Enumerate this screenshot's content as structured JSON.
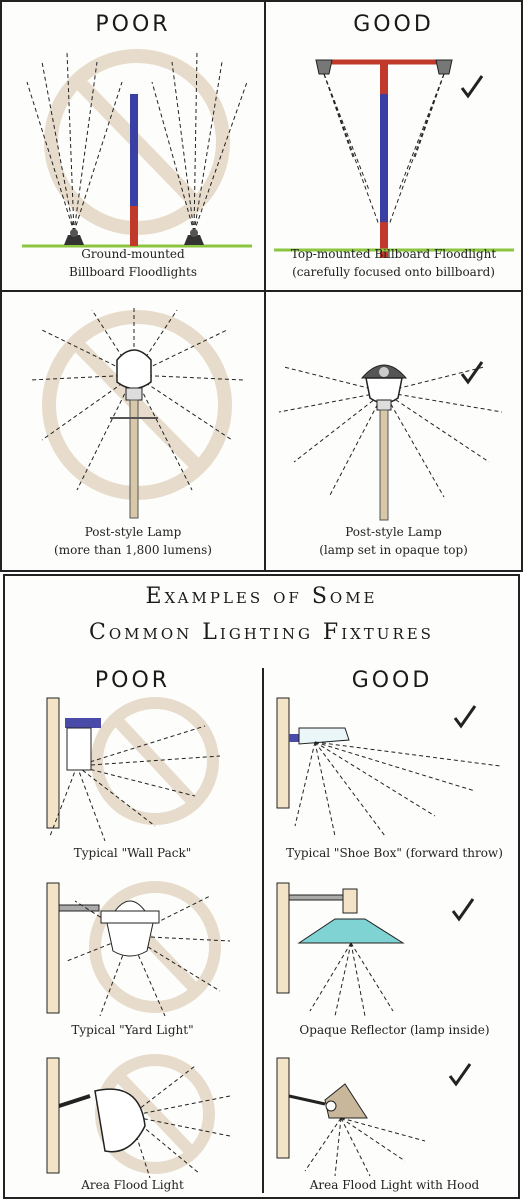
{
  "top_panel": {
    "poor_header": "POOR",
    "good_header": "GOOD",
    "captions": {
      "ground_line1": "Ground-mounted",
      "ground_line2": "Billboard Floodlights",
      "top_line1": "Top-mounted Billboard Floodlight",
      "top_line2": "(carefully focused onto billboard)",
      "post_poor_line1": "Post-style Lamp",
      "post_poor_line2": "(more than 1,800 lumens)",
      "post_good_line1": "Post-style Lamp",
      "post_good_line2": "(lamp set in opaque top)"
    }
  },
  "bottom_panel": {
    "title_line1": "Examples of Some",
    "title_line2": "Common Lighting Fixtures",
    "poor_header": "POOR",
    "good_header": "GOOD",
    "captions": {
      "wall_pack": "Typical \"Wall Pack\"",
      "shoe_box": "Typical \"Shoe Box\" (forward throw)",
      "yard_light": "Typical \"Yard Light\"",
      "opaque_reflector": "Opaque Reflector (lamp inside)",
      "area_flood": "Area Flood Light",
      "area_flood_hood": "Area Flood Light with Hood"
    }
  },
  "colors": {
    "pole_blue": "#3a3fa6",
    "pole_red": "#c0392b",
    "ground_green": "#8cc63f",
    "no_symbol": "#e7dccb",
    "reflector_cyan": "#7fd3d2",
    "hood_tan": "#c9b79c"
  }
}
